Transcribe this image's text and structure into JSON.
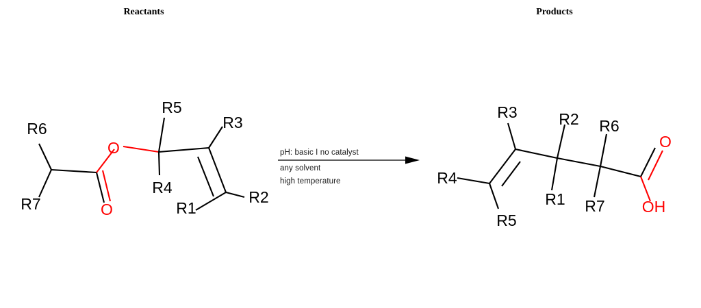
{
  "panels": {
    "reactants_title": "Reactants",
    "products_title": "Products"
  },
  "conditions": {
    "line1": "pH: basic I no catalyst",
    "line2": "any solvent",
    "line3": "high temperature"
  },
  "colors": {
    "oxygen_red": "#ff0000",
    "bond_black": "#000000",
    "background": "#ffffff"
  },
  "reactant": {
    "labels": {
      "r6": "R6",
      "r7": "R7",
      "r5": "R5",
      "r4": "R4",
      "r3": "R3",
      "r2": "R2",
      "r1": "R1",
      "ester_o": "O",
      "carbonyl_o": "O"
    }
  },
  "product": {
    "labels": {
      "r3": "R3",
      "r4": "R4",
      "r5": "R5",
      "r2": "R2",
      "r1": "R1",
      "r6": "R6",
      "r7": "R7",
      "carbonyl_o": "O",
      "hydroxyl": "OH"
    }
  },
  "arrow": {
    "name": "reaction-arrow"
  }
}
